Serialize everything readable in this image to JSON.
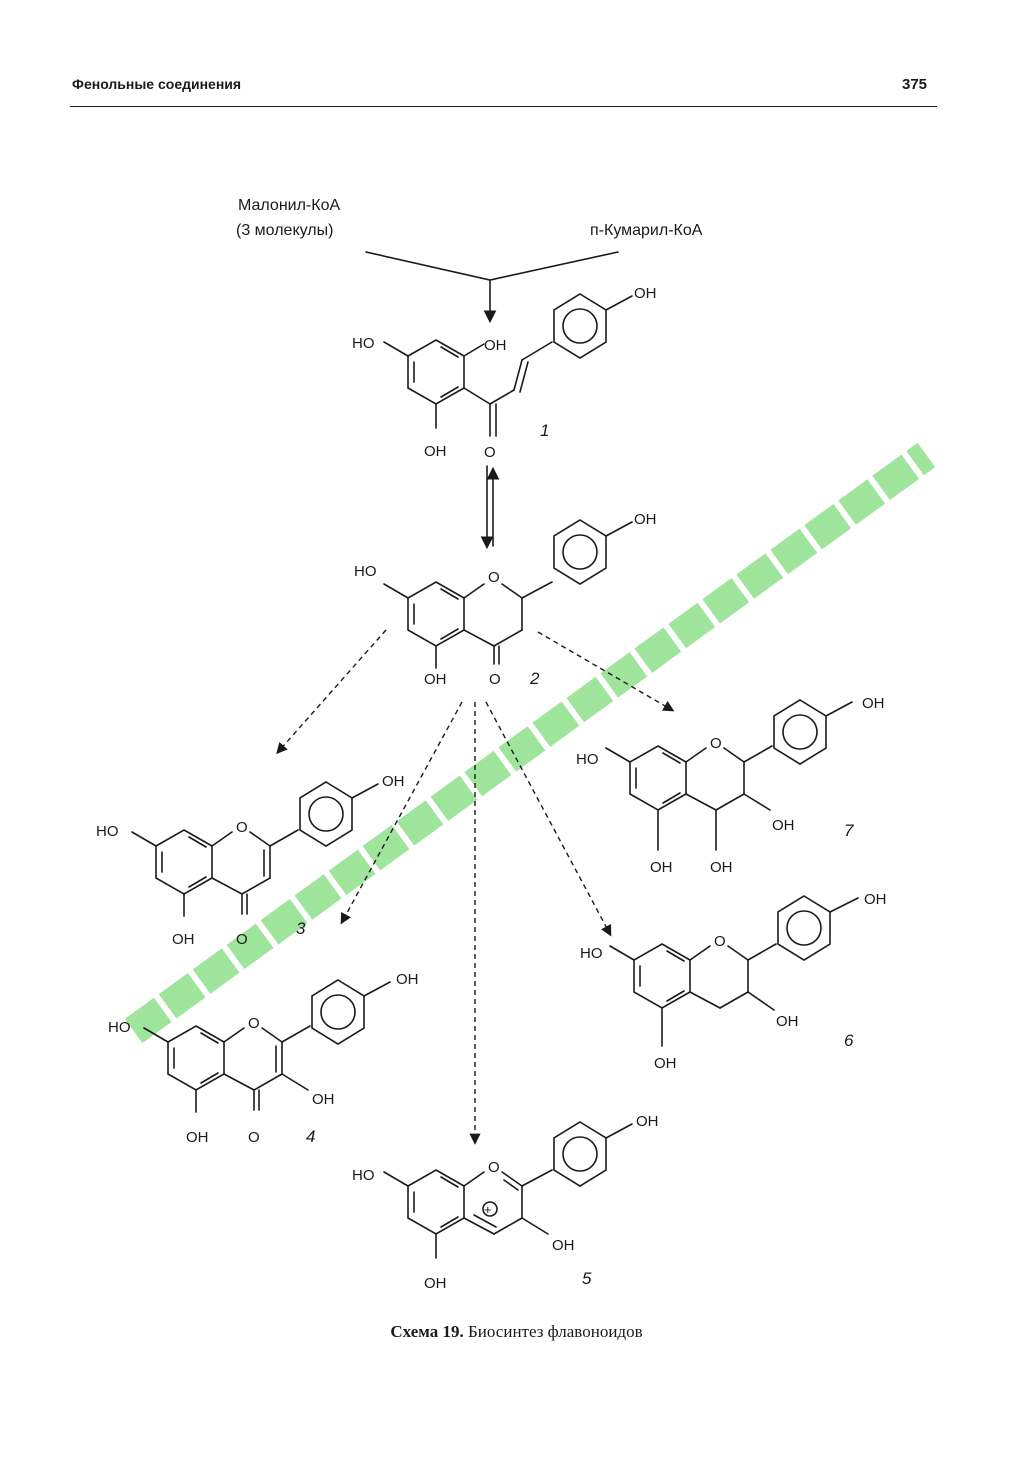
{
  "header": {
    "running_title": "Фенольные соединения",
    "page_number": "375"
  },
  "scheme": {
    "reactants": {
      "malonyl_line1": "Малонил-КоА",
      "malonyl_line2": "(3 молекулы)",
      "coumaroyl": "п-Кумарил-КоА"
    },
    "labels": {
      "oh": "OH",
      "ho": "HO",
      "o": "O",
      "ring_o": "O",
      "plus": "+"
    },
    "compounds": [
      "1",
      "2",
      "3",
      "4",
      "5",
      "6",
      "7"
    ]
  },
  "caption": {
    "prefix": "Схема 19.",
    "text": " Биосинтез флавоноидов"
  },
  "watermark_color": "#8ee08a"
}
